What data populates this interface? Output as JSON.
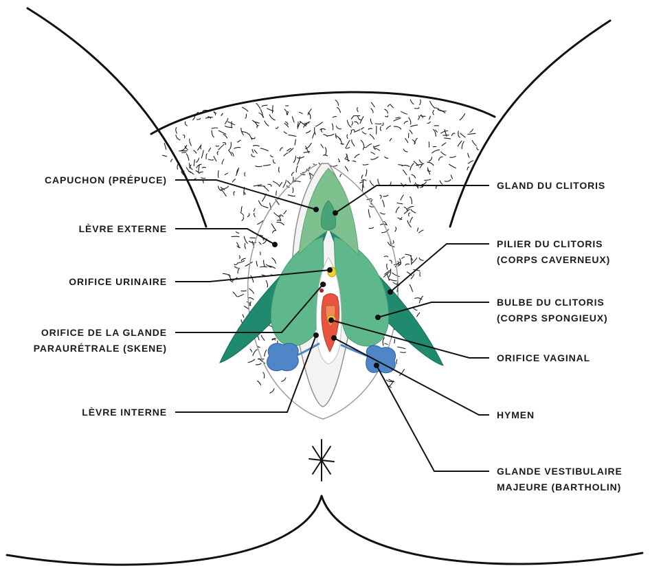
{
  "labels": {
    "capuchon": "CAPUCHON (PRÉPUCE)",
    "levre_externe": "LÈVRE EXTERNE",
    "orifice_urinaire": "ORIFICE URINAIRE",
    "glande_skene_1": "ORIFICE DE LA GLANDE",
    "glande_skene_2": "PARAURÉTRALE (SKENE)",
    "levre_interne": "LÈVRE INTERNE",
    "gland_clitoris": "GLAND DU CLITORIS",
    "pilier_1": "PILIER DU CLITORIS",
    "pilier_2": "(CORPS CAVERNEUX)",
    "bulbe_1": "BULBE DU CLITORIS",
    "bulbe_2": "(CORPS SPONGIEUX)",
    "orifice_vaginal": "ORIFICE VAGINAL",
    "hymen": "HYMEN",
    "bartholin_1": "GLANDE VESTIBULAIRE",
    "bartholin_2": "MAJEURE (BARTHOLIN)"
  },
  "colors": {
    "outline": "#111111",
    "clitoris_crura": "#1f8a6e",
    "clitoris_bulb": "#5fb88c",
    "glans_hood": "#7fc08f",
    "labia_inner": "#f3f3f3",
    "vaginal_opening": "#e8543f",
    "urethral_orifice": "#f2d22e",
    "skene_orifice": "#b01e2a",
    "bartholin_gland": "#4f86c8"
  }
}
